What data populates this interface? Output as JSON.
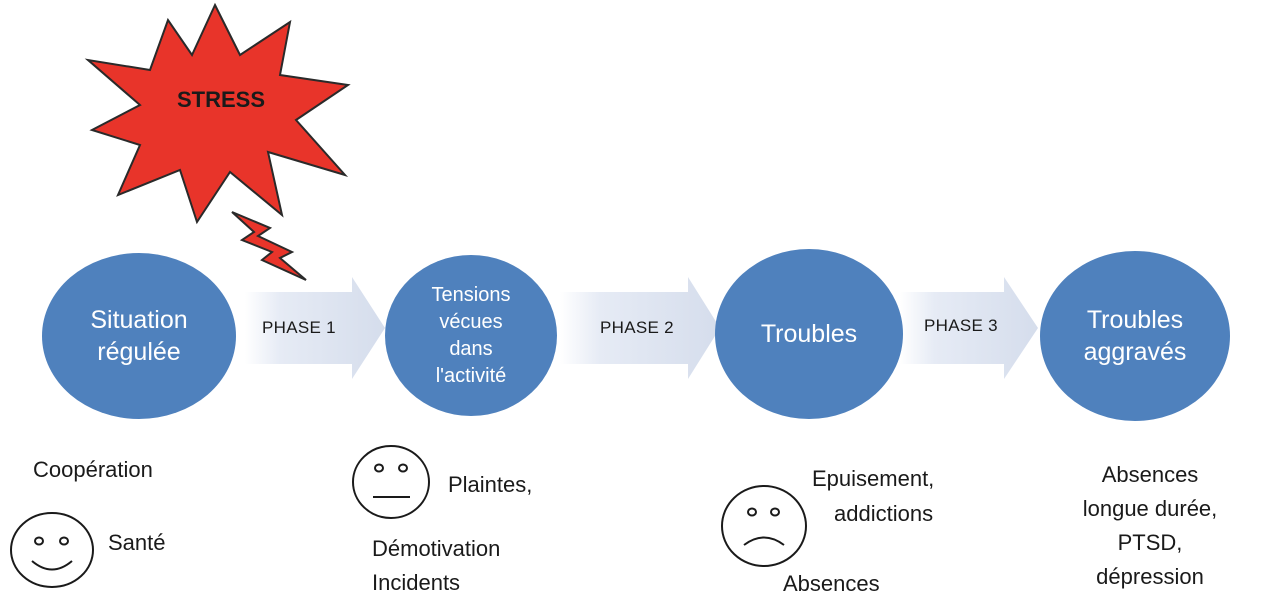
{
  "stress": {
    "label": "STRESS",
    "color": "#e8342a"
  },
  "circle_color": "#4f81bd",
  "arrow_color": "#dde3f0",
  "circles": [
    {
      "lines": [
        "Situation",
        "régulée"
      ]
    },
    {
      "lines": [
        "Tensions",
        "vécues",
        "dans",
        "l'activité"
      ]
    },
    {
      "lines": [
        "Troubles"
      ]
    },
    {
      "lines": [
        "Troubles",
        "aggravés"
      ]
    }
  ],
  "phases": [
    "PHASE 1",
    "PHASE 2",
    "PHASE 3"
  ],
  "captions": {
    "c1_top": "Coopération",
    "c1_bottom": "Santé",
    "c2_right": "Plaintes,",
    "c2_line2": "Démotivation",
    "c2_line3": "Incidents",
    "c3_line1": "Epuisement,",
    "c3_line2": "addictions",
    "c3_line3": "Absences",
    "c4_line1": "Absences",
    "c4_line2": "longue durée,",
    "c4_line3": "PTSD,",
    "c4_line4": "dépression"
  },
  "faces": [
    {
      "mood": "happy"
    },
    {
      "mood": "neutral"
    },
    {
      "mood": "sad"
    }
  ]
}
